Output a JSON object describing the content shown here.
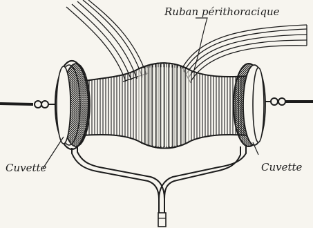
{
  "labels": {
    "ribbon": "Ruban périthoracique",
    "cup_left": "Cuvette",
    "cup_right": "Cuvette"
  },
  "colors": {
    "ink": "#1c1c1c",
    "paper": "#f7f5ef",
    "shade": "#3a3a3a"
  }
}
